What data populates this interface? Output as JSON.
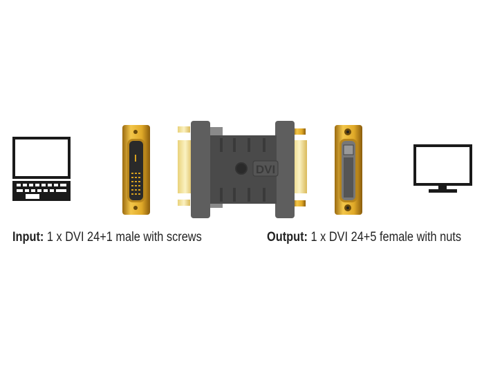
{
  "input": {
    "label": "Input:",
    "text": "1 x DVI 24+1 male with screws"
  },
  "output": {
    "label": "Output:",
    "text": "1 x DVI 24+5 female with nuts"
  },
  "adapter": {
    "logo": "DVI"
  },
  "colors": {
    "gold": "#d9a21f",
    "body": "#5a5a5a",
    "icon": "#1a1a1a"
  },
  "icons": [
    "laptop-icon",
    "monitor-icon"
  ]
}
